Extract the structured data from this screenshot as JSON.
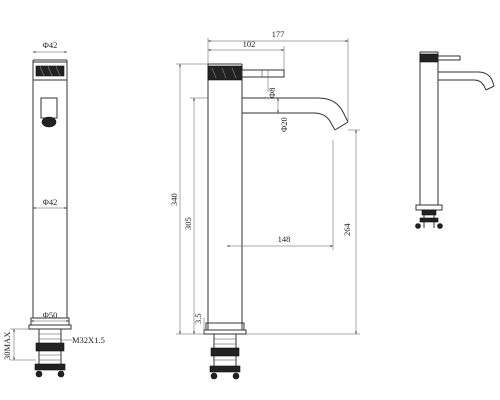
{
  "front_view": {
    "dia_top": "Φ42",
    "dia_mid": "Φ42",
    "dia_base": "Φ50",
    "thread": "M32X1.5",
    "max_thickness": "30MAX"
  },
  "side_view": {
    "width_overall": "177",
    "width_handle": "102",
    "dia_lever": "Φ8",
    "dia_spout": "Φ20",
    "height_overall": "340",
    "height_body": "305",
    "height_spout": "264",
    "reach": "148",
    "base_step": "3.5"
  },
  "colors": {
    "line": "#333333",
    "knurl": "#222222",
    "background": "#ffffff"
  }
}
